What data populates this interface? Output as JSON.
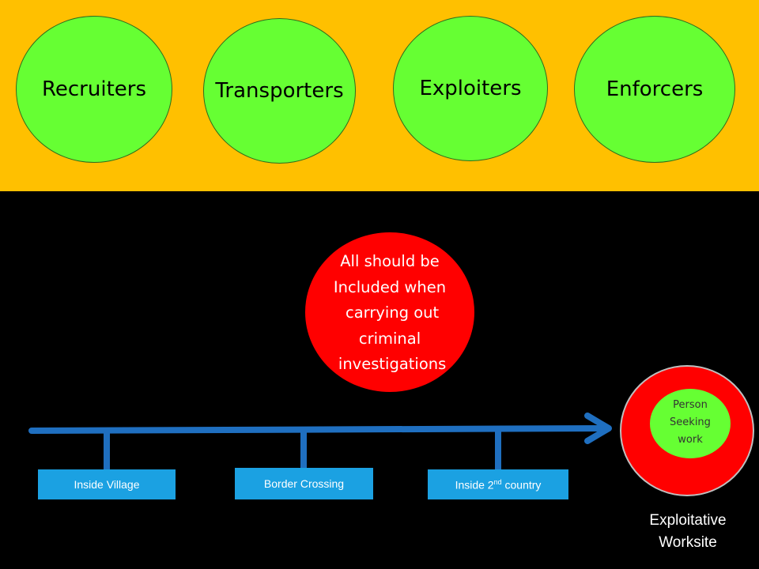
{
  "roles": [
    "Recruiters",
    "Transporters",
    "Exploiters",
    "Enforcers"
  ],
  "center_note": "All should be\nIncluded when\n carrying out\ncriminal\n investigations",
  "stages": [
    {
      "label": "Inside Village"
    },
    {
      "label": "Border Crossing"
    },
    {
      "label_pre": "Inside 2",
      "label_sup": "nd",
      "label_post": " country"
    }
  ],
  "worksite": {
    "inner_label": "Person\nSeeking\nwork",
    "label": "Exploitative\nWorksite"
  },
  "colors": {
    "top_band": "#FFC000",
    "role_circle": "#66FF33",
    "center_circle": "#FF0000",
    "stage_box": "#1BA1E2",
    "arrow": "#1F6FC0",
    "background": "#000000"
  }
}
